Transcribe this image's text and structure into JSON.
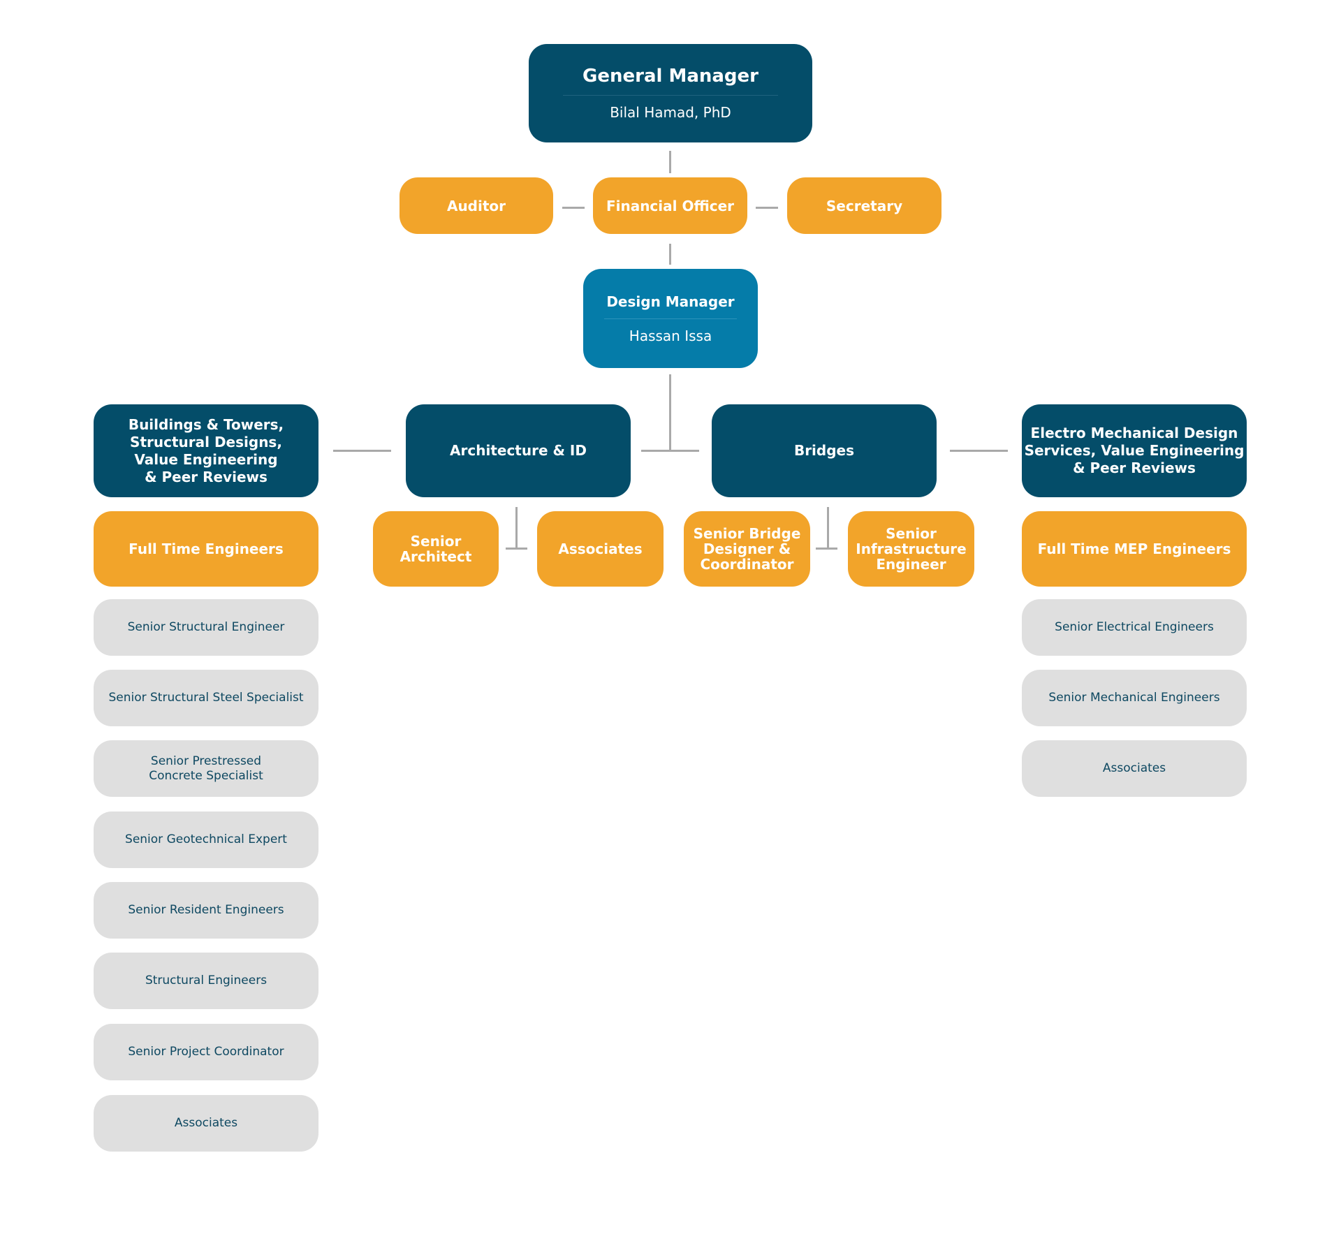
{
  "colors": {
    "dark_navy": "#044d69",
    "teal_blue": "#057ca9",
    "orange": "#f2a42a",
    "light_grey": "#dfdfdf",
    "grey_text": "#0e4861",
    "connector": "#a9a9a9"
  },
  "general_manager": {
    "title": "General Manager",
    "name": "Bilal Hamad, PhD"
  },
  "staff": {
    "auditor": "Auditor",
    "financial_officer": "Financial Officer",
    "secretary": "Secretary"
  },
  "design_manager": {
    "title": "Design Manager",
    "name": "Hassan Issa"
  },
  "departments": {
    "buildings": "Buildings & Towers,\nStructural Designs,\nValue Engineering\n & Peer Reviews",
    "architecture": "Architecture & ID",
    "bridges": "Bridges",
    "electro": "Electro Mechanical Design\nServices, Value Engineering\n & Peer Reviews"
  },
  "subteams": {
    "full_time_engineers": "Full Time Engineers",
    "senior_architect": "Senior\n Architect",
    "arch_associates": "Associates",
    "senior_bridge": "Senior Bridge\nDesigner &\n Coordinator",
    "senior_infra": "Senior\n Infrastructure\n Engineer",
    "full_time_mep": "Full Time MEP Engineers"
  },
  "structural_roles": [
    "Senior Structural Engineer",
    "Senior Structural Steel Specialist",
    "Senior Prestressed\nConcrete Specialist",
    "Senior Geotechnical Expert",
    "Senior Resident Engineers",
    "Structural Engineers",
    "Senior Project Coordinator",
    "Associates"
  ],
  "mep_roles": [
    "Senior Electrical Engineers",
    "Senior Mechanical Engineers",
    "Associates"
  ]
}
